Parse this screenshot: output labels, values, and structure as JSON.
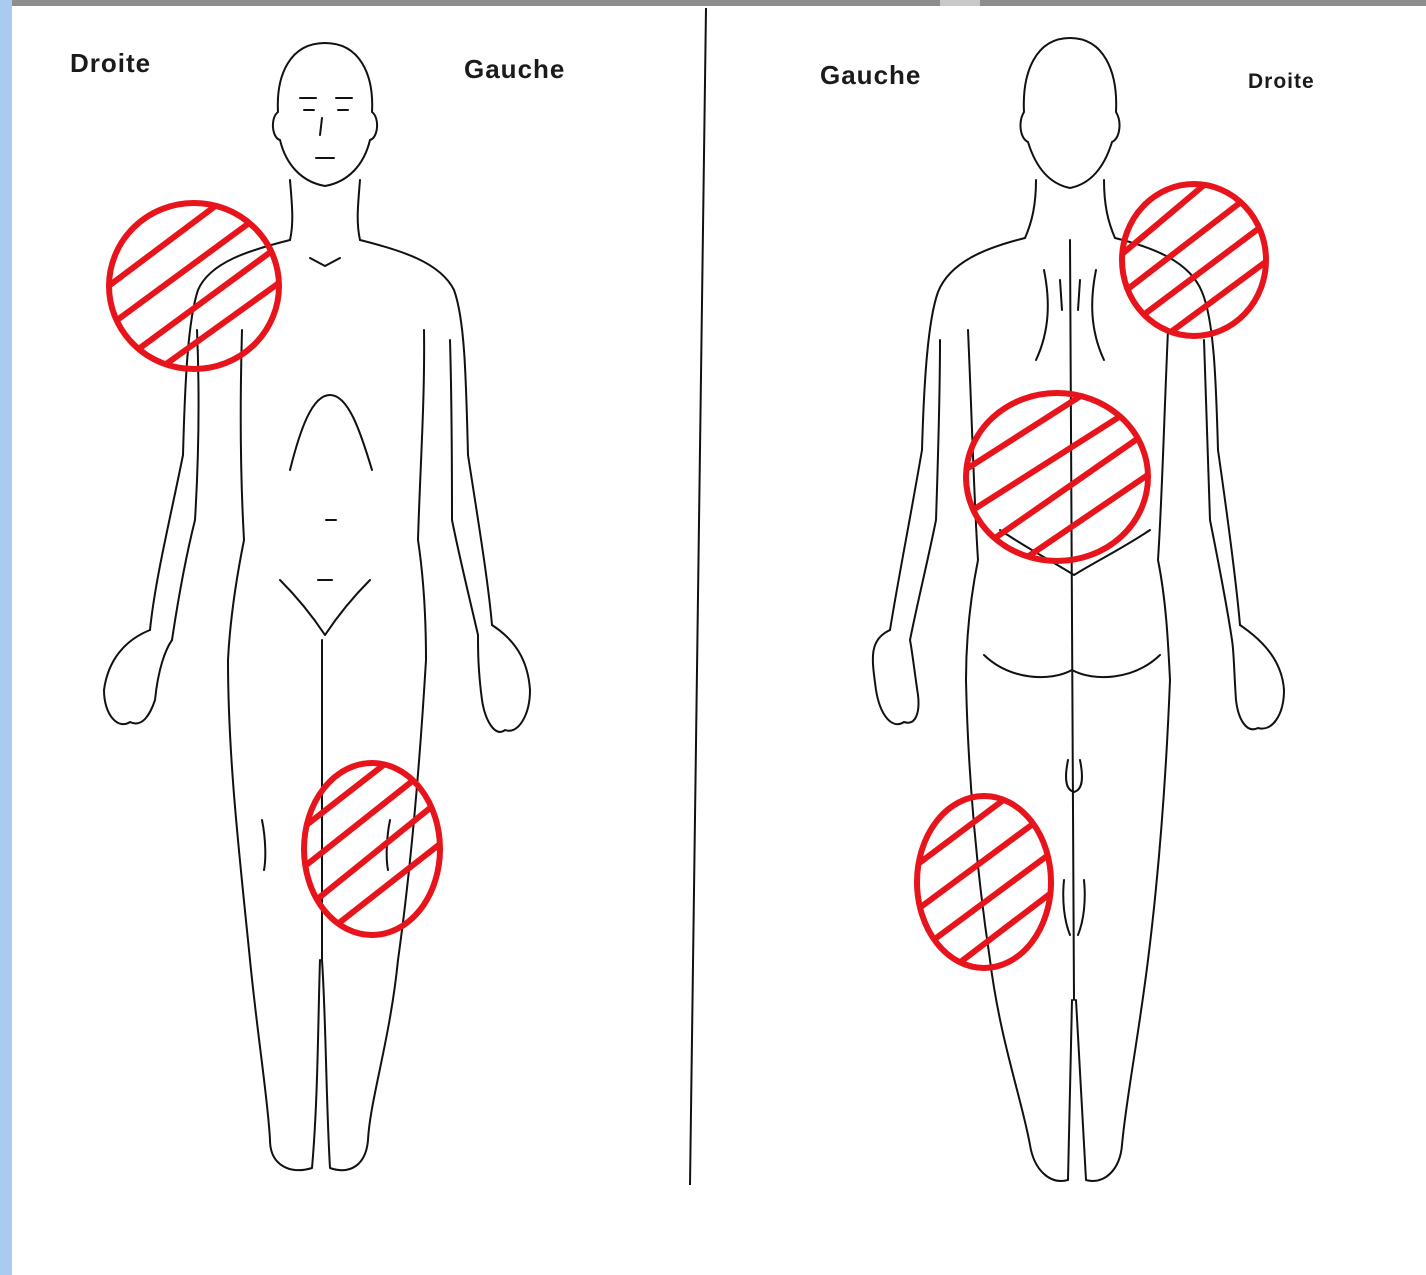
{
  "front_view": {
    "label_right": "Droite",
    "label_left": "Gauche"
  },
  "back_view": {
    "label_left": "Gauche",
    "label_right": "Droite"
  },
  "colors": {
    "outline": "#111111",
    "marker": "#e8141b",
    "side_strip": "#a9cbf0"
  },
  "markers": [
    {
      "view": "front",
      "region": "right-shoulder",
      "icon": "hatched-circle-icon"
    },
    {
      "view": "front",
      "region": "left-knee",
      "icon": "hatched-circle-icon"
    },
    {
      "view": "back",
      "region": "right-shoulder",
      "icon": "hatched-circle-icon"
    },
    {
      "view": "back",
      "region": "lower-back",
      "icon": "hatched-circle-icon"
    },
    {
      "view": "back",
      "region": "left-thigh",
      "icon": "hatched-circle-icon"
    }
  ]
}
